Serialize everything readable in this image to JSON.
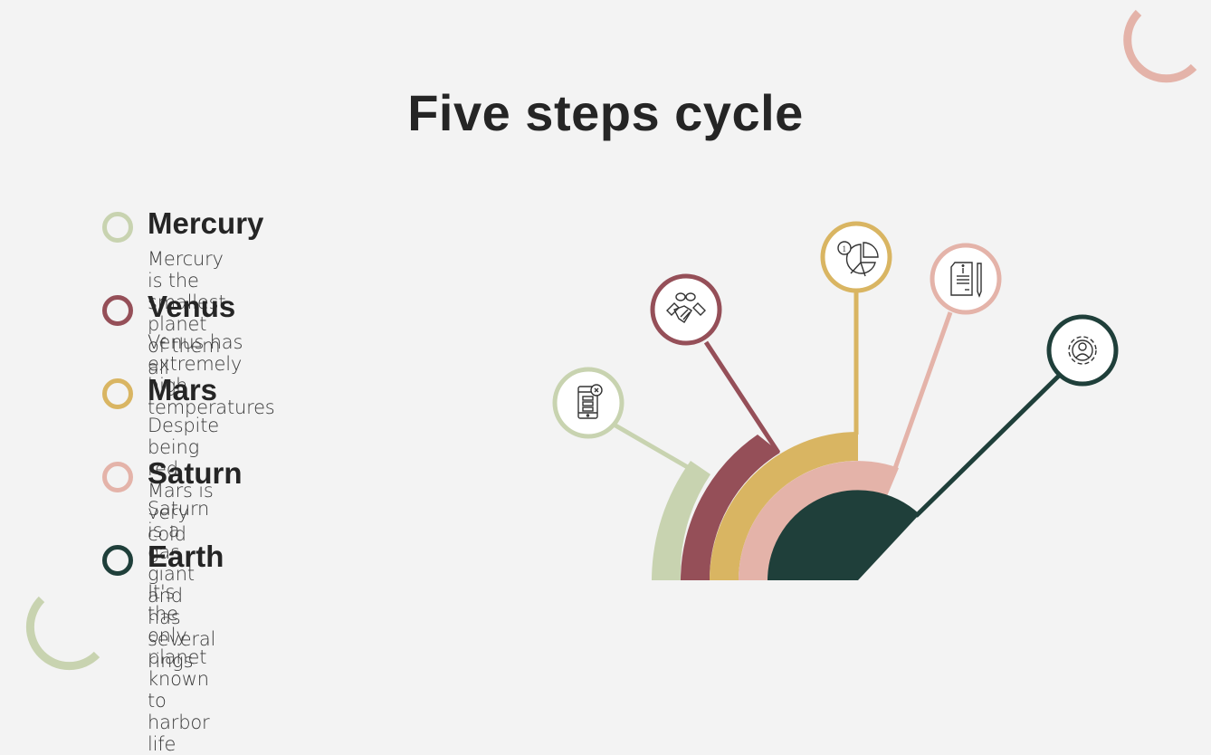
{
  "title": "Five steps cycle",
  "steps": [
    {
      "name": "Mercury",
      "description": "Mercury is the smallest planet of them all",
      "color": "#c8d3b0",
      "icon": "mobile-payment-icon"
    },
    {
      "name": "Venus",
      "description": "Venus has extremely high temperatures",
      "color": "#954f58",
      "icon": "handshake-icon"
    },
    {
      "name": "Mars",
      "description": "Despite being red, Mars is very cold",
      "color": "#d9b562",
      "icon": "pie-chart-info-icon"
    },
    {
      "name": "Saturn",
      "description": "Saturn is a gas giant and has several rings",
      "color": "#e4b3a9",
      "icon": "document-pen-icon"
    },
    {
      "name": "Earth",
      "description": "It's the only planet known to harbor life",
      "color": "#1f3f3a",
      "icon": "gear-user-icon"
    }
  ],
  "decorations": {
    "top_right_arc_color": "#e4b3a9",
    "bottom_left_arc_color": "#c8d3b0"
  },
  "background": "#f3f3f3"
}
